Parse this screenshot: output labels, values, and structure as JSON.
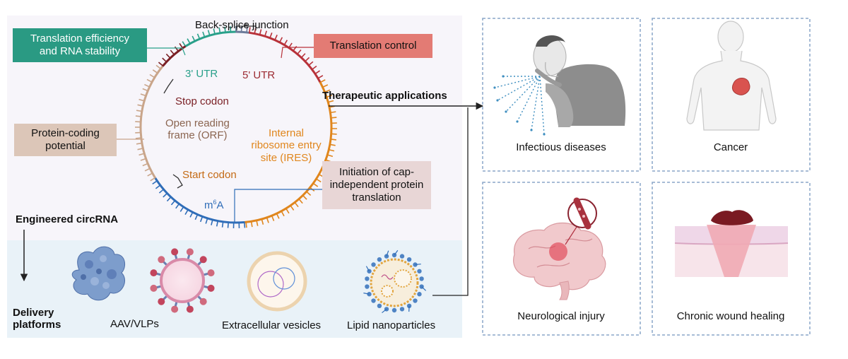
{
  "circle": {
    "junction_label": "Back-splice junction",
    "utr3": "3' UTR",
    "utr5": "5' UTR",
    "stop_codon": "Stop codon",
    "orf": [
      "Open reading",
      "frame (ORF)"
    ],
    "ires": [
      "Internal",
      "ribosome entry",
      "site (IRES)"
    ],
    "start_codon": "Start codon",
    "m6a_base": "m",
    "m6a_sup": "6",
    "m6a_tail": "A"
  },
  "boxes": {
    "translation_efficiency": [
      "Translation efficiency",
      "and RNA stability"
    ],
    "translation_control": "Translation control",
    "protein_coding": [
      "Protein-coding",
      "potential"
    ],
    "initiation": [
      "Initiation of cap-",
      "independent protein",
      "translation"
    ]
  },
  "section_labels": {
    "engineered": "Engineered circRNA",
    "delivery": [
      "Delivery",
      "platforms"
    ],
    "therapeutic": "Therapeutic applications"
  },
  "delivery_items": [
    "AAV/VLPs",
    "Extracellular vesicles",
    "Lipid nanoparticles"
  ],
  "applications": [
    "Infectious diseases",
    "Cancer",
    "Neurological injury",
    "Chronic wound healing"
  ],
  "colors": {
    "teal": "#2aa08a",
    "red": "#b8323a",
    "orange": "#e0861d",
    "blue": "#2f6db8",
    "tan": "#c9a58a",
    "protein_box": "#dcc6b8",
    "initiation_box": "#e8d6d6",
    "control_box": "#e37b74",
    "efficiency_box": "#2a9a83"
  }
}
